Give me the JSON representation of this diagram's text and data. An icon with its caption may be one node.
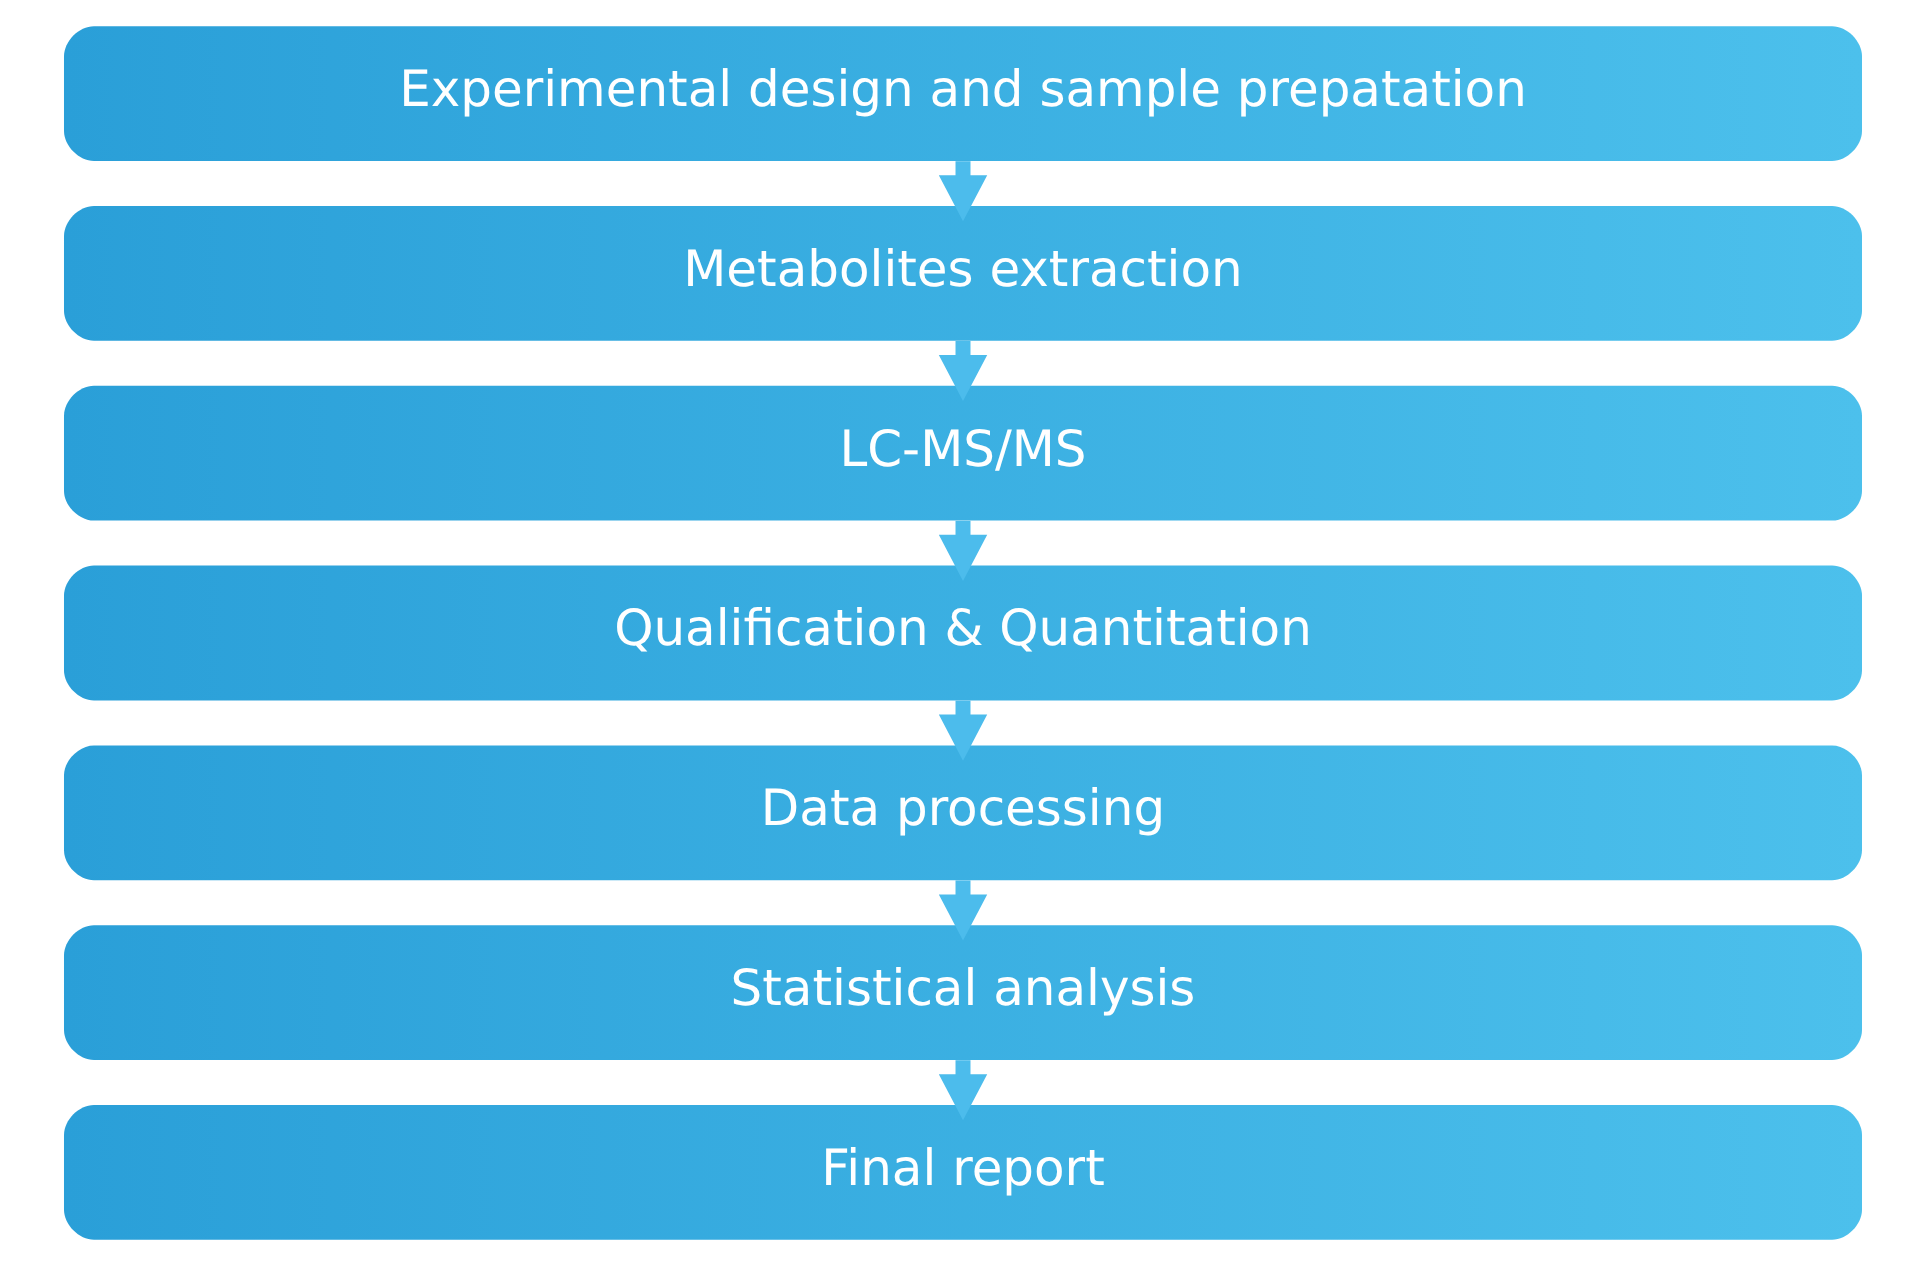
{
  "diagram": {
    "nodes": [
      {
        "text": [
          "Experimental design and sample prepatation"
        ]
      },
      {
        "text": [
          "Metabolites extraction"
        ]
      },
      {
        "text": [
          "LC-MS/MS"
        ]
      },
      {
        "text": [
          "Qualification & Quantitation"
        ]
      },
      {
        "text": [
          "Data processing"
        ]
      },
      {
        "text": [
          "Statistical analysis"
        ]
      },
      {
        "text": [
          "Final report"
        ]
      }
    ],
    "edges": [
      {
        "from": 0,
        "to": 1,
        "arrow": "to"
      },
      {
        "from": 1,
        "to": 2,
        "arrow": "to"
      },
      {
        "from": 2,
        "to": 3,
        "arrow": "to"
      },
      {
        "from": 3,
        "to": 4,
        "arrow": "to"
      },
      {
        "from": 4,
        "to": 5,
        "arrow": "to"
      },
      {
        "from": 5,
        "to": 6,
        "arrow": "to"
      }
    ]
  }
}
